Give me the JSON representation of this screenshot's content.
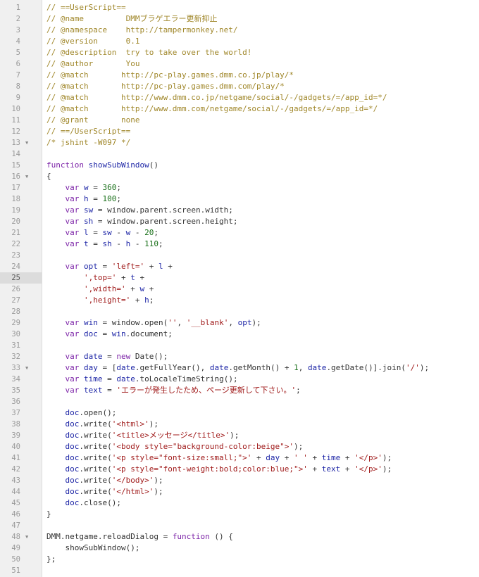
{
  "editor": {
    "current_line": 25,
    "fold_icon_lines": [
      13,
      16,
      33,
      48
    ],
    "lines": [
      [
        {
          "t": "c",
          "v": "// ==UserScript=="
        }
      ],
      [
        {
          "t": "c",
          "v": "// @name         DMMブラゲエラー更新抑止"
        }
      ],
      [
        {
          "t": "c",
          "v": "// @namespace    http://tampermonkey.net/"
        }
      ],
      [
        {
          "t": "c",
          "v": "// @version      0.1"
        }
      ],
      [
        {
          "t": "c",
          "v": "// @description  try to take over the world!"
        }
      ],
      [
        {
          "t": "c",
          "v": "// @author       You"
        }
      ],
      [
        {
          "t": "c",
          "v": "// @match       http://pc-play.games.dmm.co.jp/play/*"
        }
      ],
      [
        {
          "t": "c",
          "v": "// @match       http://pc-play.games.dmm.com/play/*"
        }
      ],
      [
        {
          "t": "c",
          "v": "// @match       http://www.dmm.co.jp/netgame/social/-/gadgets/=/app_id=*/"
        }
      ],
      [
        {
          "t": "c",
          "v": "// @match       http://www.dmm.com/netgame/social/-/gadgets/=/app_id=*/"
        }
      ],
      [
        {
          "t": "c",
          "v": "// @grant       none"
        }
      ],
      [
        {
          "t": "c",
          "v": "// ==/UserScript=="
        }
      ],
      [
        {
          "t": "c",
          "v": "/* jshint -W097 */"
        }
      ],
      [],
      [
        {
          "t": "k",
          "v": "function "
        },
        {
          "t": "f",
          "v": "showSubWindow"
        },
        {
          "t": "p",
          "v": "()"
        }
      ],
      [
        {
          "t": "p",
          "v": "{"
        }
      ],
      [
        {
          "t": "p",
          "v": "    "
        },
        {
          "t": "k",
          "v": "var "
        },
        {
          "t": "v",
          "v": "w"
        },
        {
          "t": "o",
          "v": " = "
        },
        {
          "t": "n",
          "v": "360"
        },
        {
          "t": "p",
          "v": ";"
        }
      ],
      [
        {
          "t": "p",
          "v": "    "
        },
        {
          "t": "k",
          "v": "var "
        },
        {
          "t": "v",
          "v": "h"
        },
        {
          "t": "o",
          "v": " = "
        },
        {
          "t": "n",
          "v": "100"
        },
        {
          "t": "p",
          "v": ";"
        }
      ],
      [
        {
          "t": "p",
          "v": "    "
        },
        {
          "t": "k",
          "v": "var "
        },
        {
          "t": "v",
          "v": "sw"
        },
        {
          "t": "o",
          "v": " = window.parent.screen.width;"
        }
      ],
      [
        {
          "t": "p",
          "v": "    "
        },
        {
          "t": "k",
          "v": "var "
        },
        {
          "t": "v",
          "v": "sh"
        },
        {
          "t": "o",
          "v": " = window.parent.screen.height;"
        }
      ],
      [
        {
          "t": "p",
          "v": "    "
        },
        {
          "t": "k",
          "v": "var "
        },
        {
          "t": "v",
          "v": "l"
        },
        {
          "t": "o",
          "v": " = "
        },
        {
          "t": "v",
          "v": "sw"
        },
        {
          "t": "o",
          "v": " - "
        },
        {
          "t": "v",
          "v": "w"
        },
        {
          "t": "o",
          "v": " - "
        },
        {
          "t": "n",
          "v": "20"
        },
        {
          "t": "p",
          "v": ";"
        }
      ],
      [
        {
          "t": "p",
          "v": "    "
        },
        {
          "t": "k",
          "v": "var "
        },
        {
          "t": "v",
          "v": "t"
        },
        {
          "t": "o",
          "v": " = "
        },
        {
          "t": "v",
          "v": "sh"
        },
        {
          "t": "o",
          "v": " - "
        },
        {
          "t": "v",
          "v": "h"
        },
        {
          "t": "o",
          "v": " - "
        },
        {
          "t": "n",
          "v": "110"
        },
        {
          "t": "p",
          "v": ";"
        }
      ],
      [],
      [
        {
          "t": "p",
          "v": "    "
        },
        {
          "t": "k",
          "v": "var "
        },
        {
          "t": "v",
          "v": "opt"
        },
        {
          "t": "o",
          "v": " = "
        },
        {
          "t": "s",
          "v": "'left='"
        },
        {
          "t": "o",
          "v": " + "
        },
        {
          "t": "v",
          "v": "l"
        },
        {
          "t": "o",
          "v": " +"
        }
      ],
      [
        {
          "t": "p",
          "v": "        "
        },
        {
          "t": "s",
          "v": "',top='"
        },
        {
          "t": "o",
          "v": " + "
        },
        {
          "t": "v",
          "v": "t"
        },
        {
          "t": "o",
          "v": " +"
        }
      ],
      [
        {
          "t": "p",
          "v": "        "
        },
        {
          "t": "s",
          "v": "',width='"
        },
        {
          "t": "o",
          "v": " + "
        },
        {
          "t": "v",
          "v": "w"
        },
        {
          "t": "o",
          "v": " +"
        }
      ],
      [
        {
          "t": "p",
          "v": "        "
        },
        {
          "t": "s",
          "v": "',height='"
        },
        {
          "t": "o",
          "v": " + "
        },
        {
          "t": "v",
          "v": "h"
        },
        {
          "t": "p",
          "v": ";"
        }
      ],
      [],
      [
        {
          "t": "p",
          "v": "    "
        },
        {
          "t": "k",
          "v": "var "
        },
        {
          "t": "v",
          "v": "win"
        },
        {
          "t": "o",
          "v": " = window.open("
        },
        {
          "t": "s",
          "v": "''"
        },
        {
          "t": "o",
          "v": ", "
        },
        {
          "t": "s",
          "v": "'__blank'"
        },
        {
          "t": "o",
          "v": ", "
        },
        {
          "t": "v",
          "v": "opt"
        },
        {
          "t": "p",
          "v": ");"
        }
      ],
      [
        {
          "t": "p",
          "v": "    "
        },
        {
          "t": "k",
          "v": "var "
        },
        {
          "t": "v",
          "v": "doc"
        },
        {
          "t": "o",
          "v": " = "
        },
        {
          "t": "v",
          "v": "win"
        },
        {
          "t": "o",
          "v": ".document;"
        }
      ],
      [],
      [
        {
          "t": "p",
          "v": "    "
        },
        {
          "t": "k",
          "v": "var "
        },
        {
          "t": "v",
          "v": "date"
        },
        {
          "t": "o",
          "v": " = "
        },
        {
          "t": "k",
          "v": "new "
        },
        {
          "t": "o",
          "v": "Date();"
        }
      ],
      [
        {
          "t": "p",
          "v": "    "
        },
        {
          "t": "k",
          "v": "var "
        },
        {
          "t": "v",
          "v": "day"
        },
        {
          "t": "o",
          "v": " = ["
        },
        {
          "t": "v",
          "v": "date"
        },
        {
          "t": "o",
          "v": ".getFullYear(), "
        },
        {
          "t": "v",
          "v": "date"
        },
        {
          "t": "o",
          "v": ".getMonth() + "
        },
        {
          "t": "n",
          "v": "1"
        },
        {
          "t": "o",
          "v": ", "
        },
        {
          "t": "v",
          "v": "date"
        },
        {
          "t": "o",
          "v": ".getDate()].join("
        },
        {
          "t": "s",
          "v": "'/'"
        },
        {
          "t": "p",
          "v": ");"
        }
      ],
      [
        {
          "t": "p",
          "v": "    "
        },
        {
          "t": "k",
          "v": "var "
        },
        {
          "t": "v",
          "v": "time"
        },
        {
          "t": "o",
          "v": " = "
        },
        {
          "t": "v",
          "v": "date"
        },
        {
          "t": "o",
          "v": ".toLocaleTimeString();"
        }
      ],
      [
        {
          "t": "p",
          "v": "    "
        },
        {
          "t": "k",
          "v": "var "
        },
        {
          "t": "v",
          "v": "text"
        },
        {
          "t": "o",
          "v": " = "
        },
        {
          "t": "s",
          "v": "'エラーが発生したため、ページ更新して下さい。'"
        },
        {
          "t": "p",
          "v": ";"
        }
      ],
      [],
      [
        {
          "t": "p",
          "v": "    "
        },
        {
          "t": "v",
          "v": "doc"
        },
        {
          "t": "o",
          "v": ".open();"
        }
      ],
      [
        {
          "t": "p",
          "v": "    "
        },
        {
          "t": "v",
          "v": "doc"
        },
        {
          "t": "o",
          "v": ".write("
        },
        {
          "t": "s",
          "v": "'<html>'"
        },
        {
          "t": "p",
          "v": ");"
        }
      ],
      [
        {
          "t": "p",
          "v": "    "
        },
        {
          "t": "v",
          "v": "doc"
        },
        {
          "t": "o",
          "v": ".write("
        },
        {
          "t": "s",
          "v": "'<title>メッセージ</title>'"
        },
        {
          "t": "p",
          "v": ");"
        }
      ],
      [
        {
          "t": "p",
          "v": "    "
        },
        {
          "t": "v",
          "v": "doc"
        },
        {
          "t": "o",
          "v": ".write("
        },
        {
          "t": "s",
          "v": "'<body style=\"background-color:beige\">'"
        },
        {
          "t": "p",
          "v": ");"
        }
      ],
      [
        {
          "t": "p",
          "v": "    "
        },
        {
          "t": "v",
          "v": "doc"
        },
        {
          "t": "o",
          "v": ".write("
        },
        {
          "t": "s",
          "v": "'<p style=\"font-size:small;\">'"
        },
        {
          "t": "o",
          "v": " + "
        },
        {
          "t": "v",
          "v": "day"
        },
        {
          "t": "o",
          "v": " + "
        },
        {
          "t": "s",
          "v": "' '"
        },
        {
          "t": "o",
          "v": " + "
        },
        {
          "t": "v",
          "v": "time"
        },
        {
          "t": "o",
          "v": " + "
        },
        {
          "t": "s",
          "v": "'</p>'"
        },
        {
          "t": "p",
          "v": ");"
        }
      ],
      [
        {
          "t": "p",
          "v": "    "
        },
        {
          "t": "v",
          "v": "doc"
        },
        {
          "t": "o",
          "v": ".write("
        },
        {
          "t": "s",
          "v": "'<p style=\"font-weight:bold;color:blue;\">'"
        },
        {
          "t": "o",
          "v": " + "
        },
        {
          "t": "v",
          "v": "text"
        },
        {
          "t": "o",
          "v": " + "
        },
        {
          "t": "s",
          "v": "'</p>'"
        },
        {
          "t": "p",
          "v": ");"
        }
      ],
      [
        {
          "t": "p",
          "v": "    "
        },
        {
          "t": "v",
          "v": "doc"
        },
        {
          "t": "o",
          "v": ".write("
        },
        {
          "t": "s",
          "v": "'</body>'"
        },
        {
          "t": "p",
          "v": ");"
        }
      ],
      [
        {
          "t": "p",
          "v": "    "
        },
        {
          "t": "v",
          "v": "doc"
        },
        {
          "t": "o",
          "v": ".write("
        },
        {
          "t": "s",
          "v": "'</html>'"
        },
        {
          "t": "p",
          "v": ");"
        }
      ],
      [
        {
          "t": "p",
          "v": "    "
        },
        {
          "t": "v",
          "v": "doc"
        },
        {
          "t": "o",
          "v": ".close();"
        }
      ],
      [
        {
          "t": "p",
          "v": "}"
        }
      ],
      [],
      [
        {
          "t": "o",
          "v": "DMM.netgame.reloadDialog = "
        },
        {
          "t": "k",
          "v": "function "
        },
        {
          "t": "p",
          "v": "() {"
        }
      ],
      [
        {
          "t": "p",
          "v": "    "
        },
        {
          "t": "o",
          "v": "showSubWindow();"
        }
      ],
      [
        {
          "t": "p",
          "v": "};"
        }
      ],
      []
    ]
  }
}
